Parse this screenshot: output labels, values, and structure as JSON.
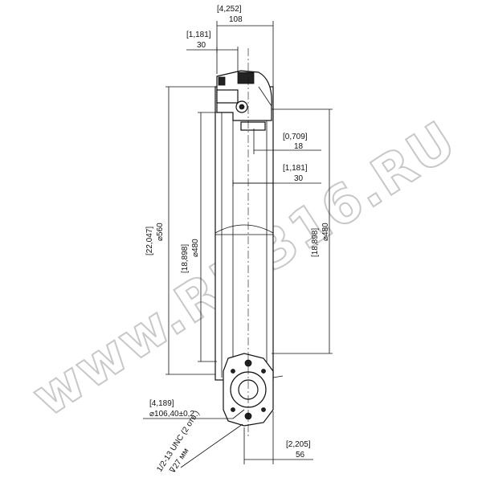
{
  "watermark": "www.RM316.RU",
  "dimensions": {
    "top_width_in": "[4,252]",
    "top_width_mm": "108",
    "collar_in": "[1,181]",
    "collar_mm": "30",
    "right_upper_in": "[0,709]",
    "right_upper_mm": "18",
    "right_mid_in": "[1,181]",
    "right_mid_mm": "30",
    "overall_len_in": "[22,047]",
    "overall_len_mm": "⌀560",
    "inner_len_in": "[18,898]",
    "inner_len_mm": "⌀480",
    "right_len_in": "[18,898]",
    "right_len_mm": "⌀480",
    "bolt_circle_in": "[4,189]",
    "bolt_circle_mm": "⌀106,40±0,2",
    "bottom_width_in": "[2,205]",
    "bottom_width_mm": "56"
  },
  "thread_note": {
    "line1": "1/2-13 UNC (2 отв.)",
    "line2": "⊽27 мм"
  }
}
